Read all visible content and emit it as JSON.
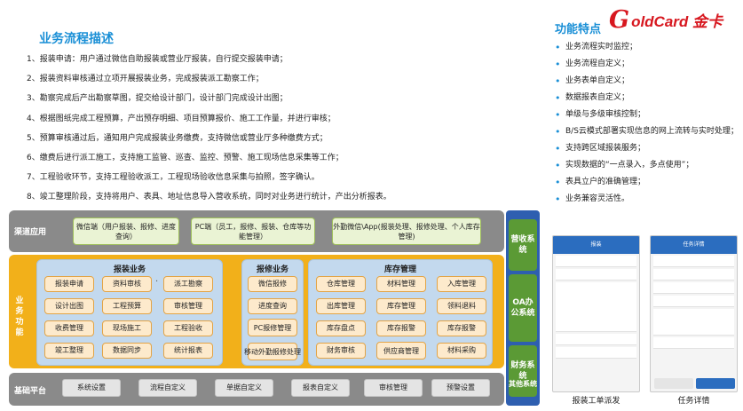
{
  "left": {
    "title": "业务流程描述",
    "items": [
      "1、报装申请：用户通过微信自助报装或营业厅报装，自行提交报装申请；",
      "2、报装资料审核通过立项开展报装业务，完成报装派工勘察工作；",
      "3、勘察完成后产出勘察草图，提交给设计部门，设计部门完成设计出图；",
      "4、根据图纸完成工程预算，产出预存明细、项目预算报价、施工工作量，并进行审核；",
      "5、预算审核通过后，通知用户完成报装业务缴费，支持微信或营业厅多种缴费方式；",
      "6、缴费后进行派工施工，支持施工监管、巡查、监控、预警、施工现场信息采集等工作；",
      "7、工程验收环节，支持工程验收派工，工程现场验收信息采集与拍照，签字确认。",
      "8、竣工整理阶段，支持将用户、表具、地址信息导入营收系统，同时对业务进行统计，产出分析报表。"
    ]
  },
  "right": {
    "title": "功能特点",
    "logo": {
      "mark": "G",
      "text": "oldCard 金卡"
    },
    "features": [
      "业务流程实时监控；",
      "业务流程自定义；",
      "业务表单自定义；",
      "数据报表自定义；",
      "单级与多级审核控制；",
      "B/S云模式部署实现信息的网上流转与实时处理；",
      "支持跨区域报装服务；",
      "实现数据的“一点录入，多点使用”；",
      "表具立户的准确管理；",
      "业务兼容灵活性。"
    ]
  },
  "arch": {
    "channel_label": "渠道应用",
    "channels": [
      "微信端（用户报装、报修、进度查询）",
      "PC端（员工，报修、报装、仓库等功能管理）",
      "外勤微信\\App(报装处理、报修处理、个人库存管理)"
    ],
    "biz_label": "业务功能",
    "groups": [
      {
        "title": "报装业务",
        "buttons": [
          "报装申请",
          "资料审核",
          "派工勘察",
          "设计出图",
          "工程预算",
          "审核管理",
          "收费管理",
          "现场施工",
          "工程验收",
          "竣工整理",
          "数据同步",
          "统计报表"
        ]
      },
      {
        "title": "报修业务",
        "buttons": [
          "微信报修",
          "进度查询",
          "PC报修管理",
          "移动外勤报修处理"
        ]
      },
      {
        "title": "库存管理",
        "buttons": [
          "仓库管理",
          "材料管理",
          "入库管理",
          "出库管理",
          "库存管理",
          "领料退料",
          "库存盘点",
          "库存报警",
          "库存报警",
          "财务审核",
          "供应商管理",
          "材料采购"
        ]
      }
    ],
    "base_label": "基础平台",
    "base_buttons": [
      "系统设置",
      "流程自定义",
      "单据自定义",
      "报表自定义",
      "审核管理",
      "预警设置"
    ]
  },
  "side": {
    "boxes": [
      "营收系统",
      "OA办公系统",
      "财务系统"
    ],
    "other": "其他系统"
  },
  "phones": {
    "left_caption": "报装工单派发",
    "right_caption": "任务详情",
    "left_header": "报装",
    "right_header": "任务详情"
  }
}
